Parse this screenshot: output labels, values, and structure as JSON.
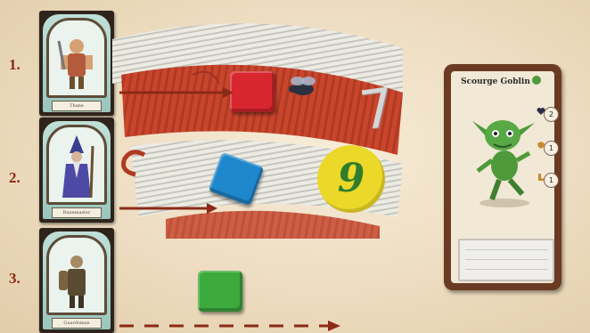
{
  "steps": [
    {
      "number": "1.",
      "hero_name": "Thane"
    },
    {
      "number": "2.",
      "hero_name": "Runemaster"
    },
    {
      "number": "3.",
      "hero_name": "Guardsman"
    }
  ],
  "dice": {
    "number_value": "9",
    "card_value": "7"
  },
  "monster_card": {
    "title": "Scourge Goblin",
    "stats": [
      "2",
      "1",
      "1"
    ]
  },
  "colors": {
    "red_block": "#d8262f",
    "blue_block": "#1f87cc",
    "green_block": "#3caa3c",
    "arrow": "#8b2a16",
    "dice_yellow": "#ecd829",
    "goblin_green": "#4e9a3a"
  },
  "icons": [
    "heart-icon",
    "shield-icon",
    "boot-icon",
    "fly-icon"
  ]
}
